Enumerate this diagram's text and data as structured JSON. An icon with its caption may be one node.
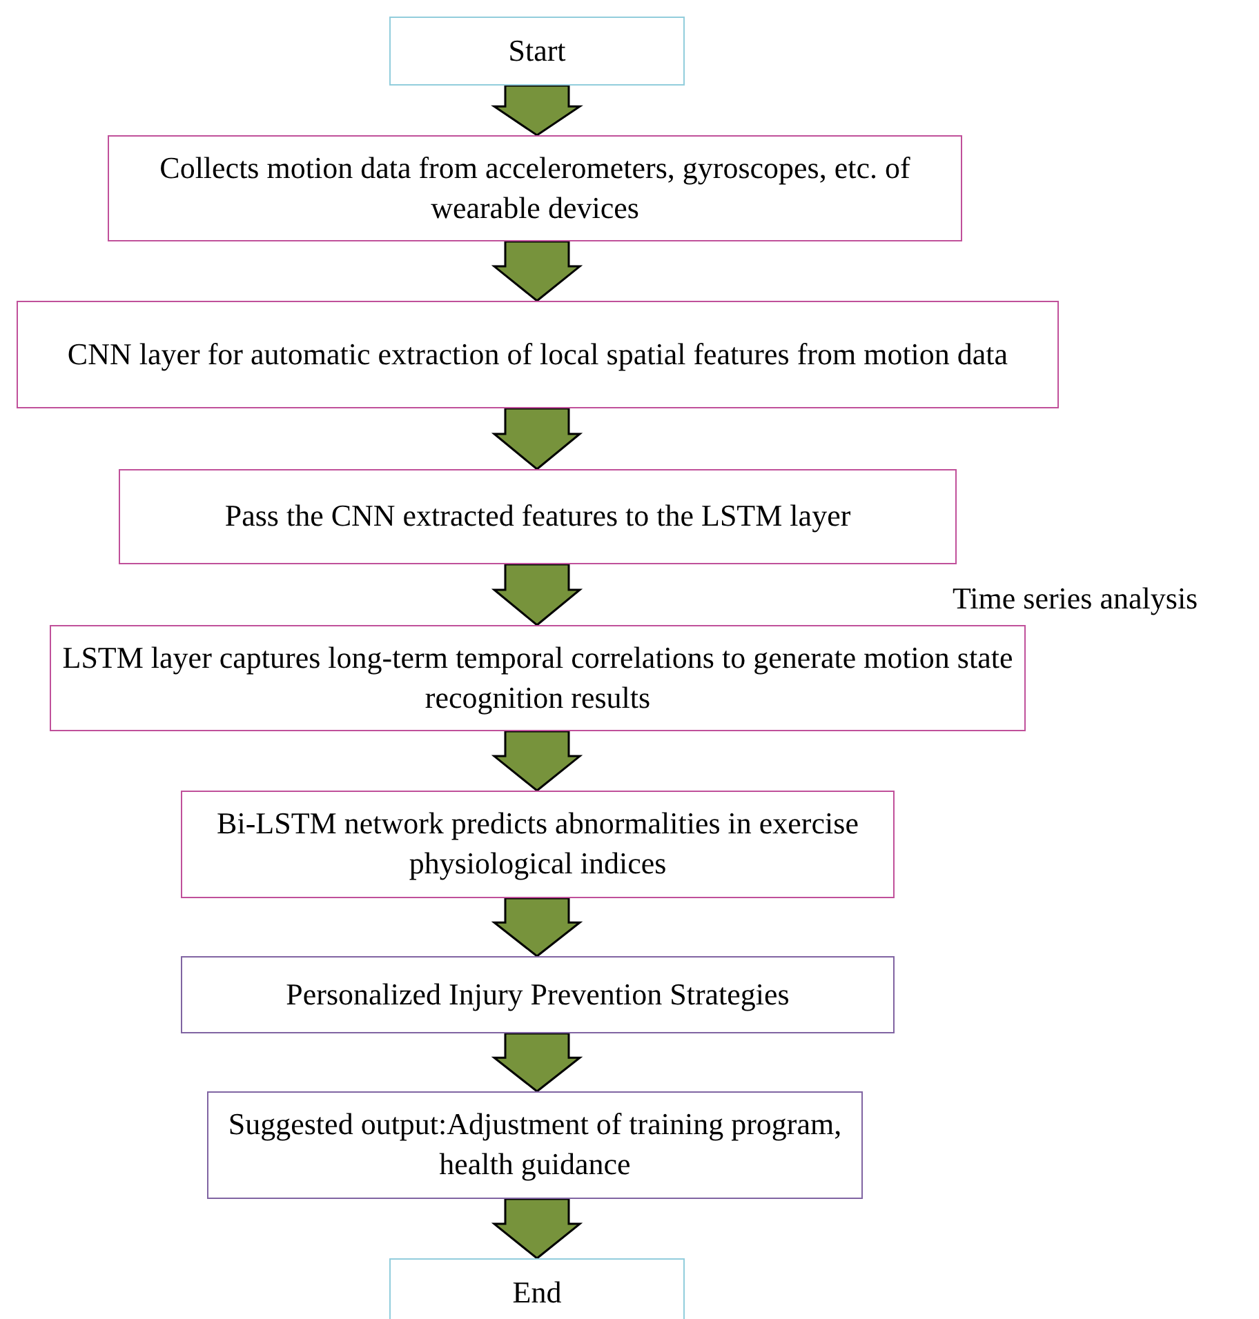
{
  "diagram": {
    "nodes": [
      {
        "text": [
          "Start"
        ]
      },
      {
        "text": [
          "Collects motion data from accelerometers, gyroscopes, etc. of wearable devices"
        ]
      },
      {
        "text": [
          "CNN layer for automatic extraction of local spatial features from motion data"
        ]
      },
      {
        "text": [
          "Pass the CNN extracted features to the LSTM layer"
        ]
      },
      {
        "text": [
          "LSTM layer captures long-term temporal correlations to generate motion state recognition results"
        ]
      },
      {
        "text": [
          "Bi-LSTM network predicts abnormalities in exercise physiological indices"
        ]
      },
      {
        "text": [
          "Personalized Injury Prevention Strategies"
        ]
      },
      {
        "text": [
          "Suggested output:Adjustment of training program, health guidance"
        ]
      },
      {
        "text": [
          "End"
        ]
      }
    ],
    "edges": [
      {
        "from": 0,
        "to": 1,
        "arrow": "to"
      },
      {
        "from": 1,
        "to": 2,
        "arrow": "to"
      },
      {
        "from": 2,
        "to": 3,
        "arrow": "to"
      },
      {
        "from": 3,
        "to": 4,
        "arrow": "to"
      },
      {
        "from": 4,
        "to": 5,
        "arrow": "to"
      },
      {
        "from": 5,
        "to": 6,
        "arrow": "to"
      },
      {
        "from": 6,
        "to": 7,
        "arrow": "to"
      },
      {
        "from": 7,
        "to": 8,
        "arrow": "to"
      }
    ],
    "labels": [
      "Time series analysis"
    ]
  }
}
